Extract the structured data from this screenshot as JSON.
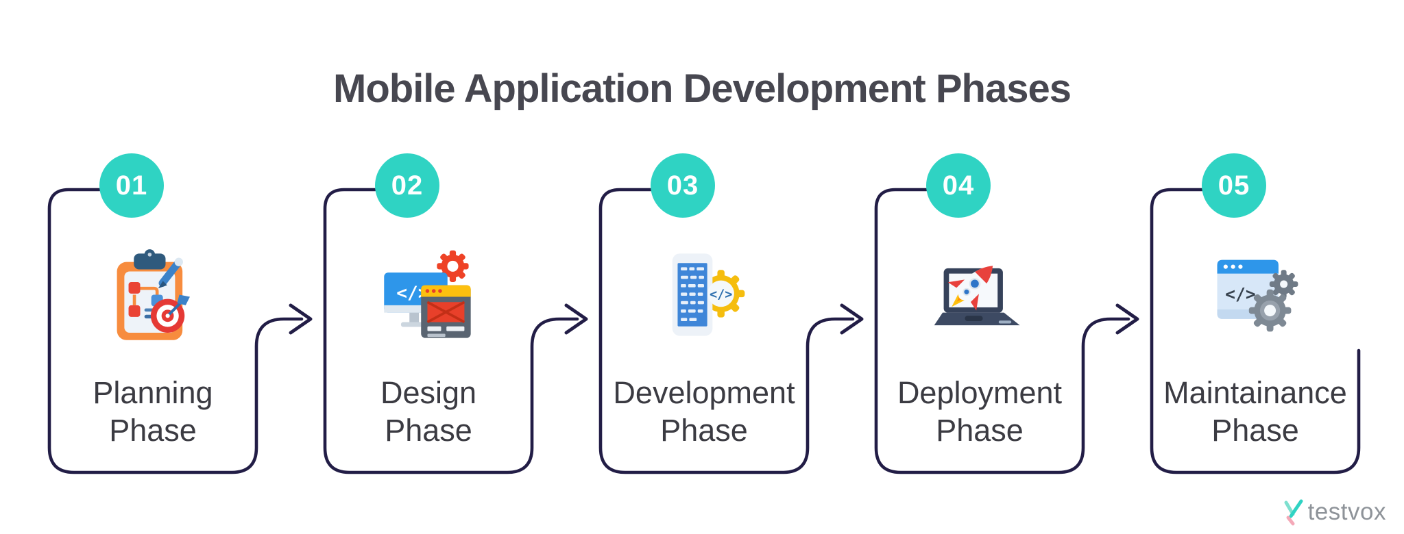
{
  "title": "Mobile Application Development Phases",
  "phases": [
    {
      "number": "01",
      "label_line1": "Planning",
      "label_line2": "Phase"
    },
    {
      "number": "02",
      "label_line1": "Design",
      "label_line2": "Phase",
      "icon_glyph": "</>"
    },
    {
      "number": "03",
      "label_line1": "Development",
      "label_line2": "Phase",
      "icon_glyph": "</>"
    },
    {
      "number": "04",
      "label_line1": "Deployment",
      "label_line2": "Phase"
    },
    {
      "number": "05",
      "label_line1": "Maintainance",
      "label_line2": "Phase",
      "icon_glyph": "</>"
    }
  ],
  "footer": {
    "brand": "testvox"
  },
  "colors": {
    "accent_teal": "#2fd3c3",
    "connector_navy": "#221d46",
    "title_gray": "#474750",
    "label_gray": "#3b3b42",
    "brand_gray": "#8e9399"
  }
}
